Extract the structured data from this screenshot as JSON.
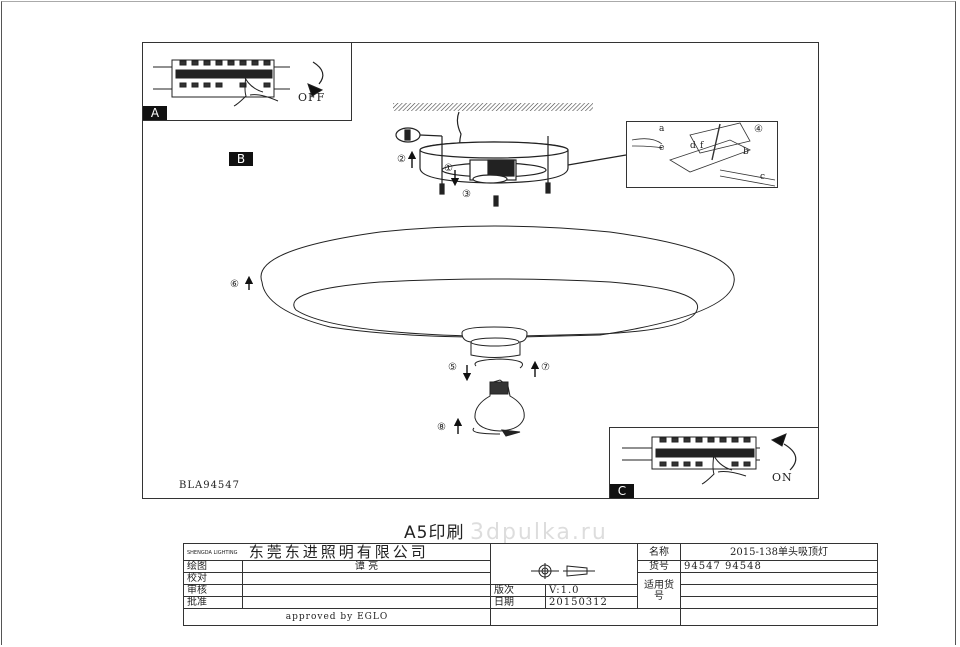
{
  "panels": {
    "a": {
      "tag": "A",
      "action": "OFF"
    },
    "b": {
      "tag": "B"
    },
    "c": {
      "tag": "C",
      "action": "ON"
    }
  },
  "steps": [
    "①",
    "②",
    "③",
    "④",
    "⑤",
    "⑥",
    "⑦",
    "⑧"
  ],
  "detail_labels": [
    "a",
    "b",
    "c",
    "d",
    "e",
    "f"
  ],
  "model_code": "BLA94547",
  "print_size": "A5印刷",
  "watermark": "3dpulka.ru",
  "title_block": {
    "logo_text": "SHENGDA LIGHTING",
    "company": "东莞东进照明有限公司",
    "name_label": "名称",
    "name_value": "2015-138单头吸顶灯",
    "drawn_label": "绘图",
    "drawn_value": "谭  亮",
    "checked_label": "校对",
    "reviewed_label": "审核",
    "approved_label": "批准",
    "version_label": "版次",
    "version_value": "V:1.0",
    "date_label": "日期",
    "date_value": "20150312",
    "item_no_label": "货号",
    "item_no_value": "94547  94548",
    "applicable_label": "适用货号",
    "approved_by": "approved by EGLO"
  }
}
